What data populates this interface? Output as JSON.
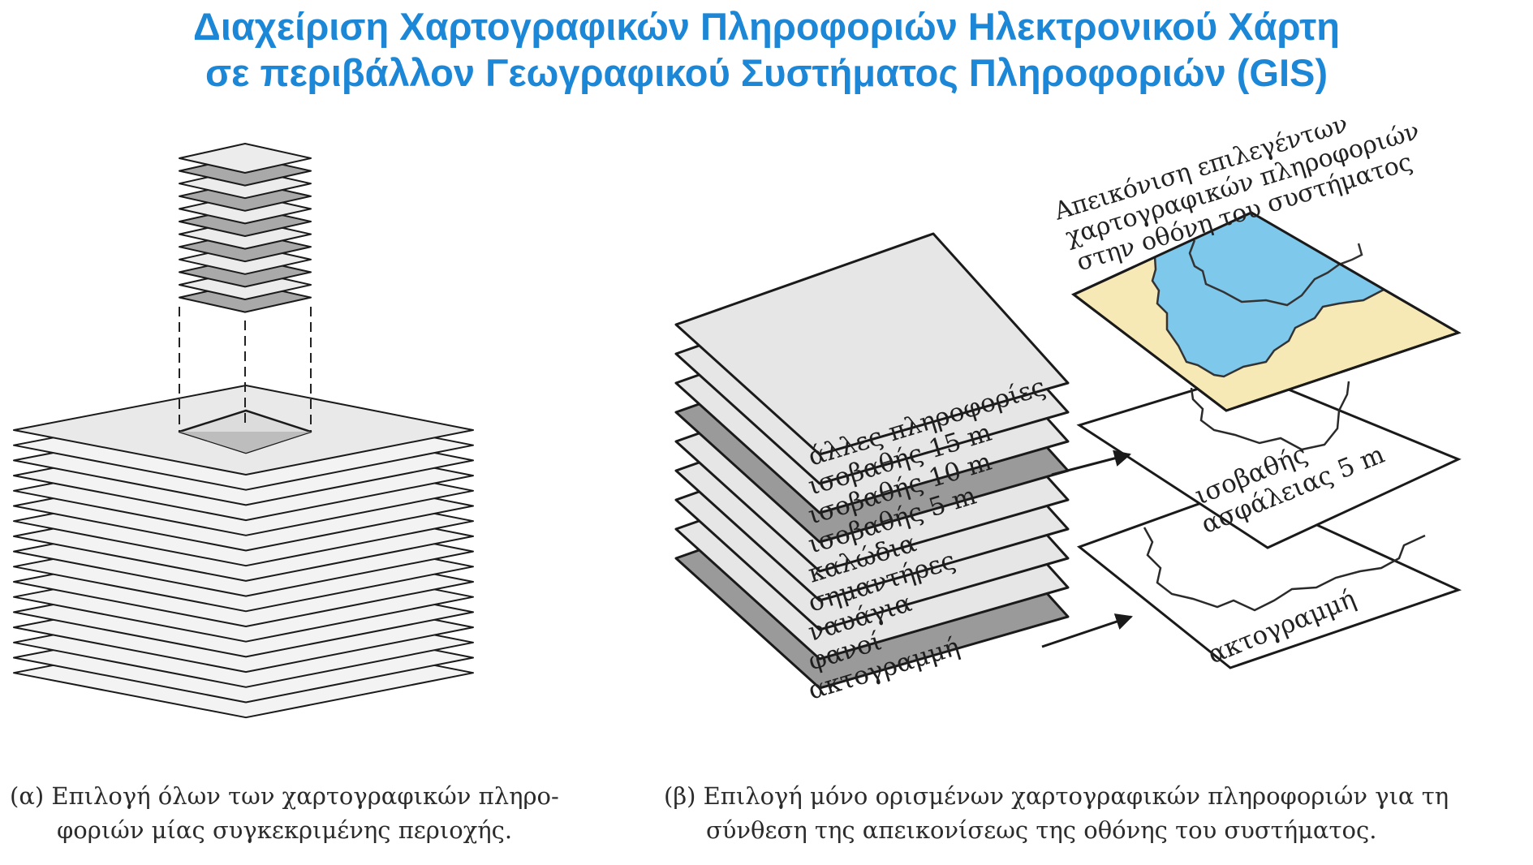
{
  "title": {
    "line1": "Διαχείριση Χαρτογραφικών Πληροφοριών Ηλεκτρονικού Χάρτη",
    "line2": "σε περιβάλλον Γεωγραφικού Συστήματος Πληροφοριών (GIS)"
  },
  "left_panel": {
    "caption_line1": "(α) Επιλογή όλων των χαρτογραφικών πληρο-",
    "caption_line2": "φοριών μίας συγκεκριμένης περιοχής."
  },
  "right_panel": {
    "layers": [
      {
        "label": "άλλες πληροφορίες",
        "fill": "#e6e6e6"
      },
      {
        "label": "ισοβαθής 15 m",
        "fill": "#e6e6e6"
      },
      {
        "label": "ισοβαθής 10 m",
        "fill": "#e6e6e6"
      },
      {
        "label": "ισοβαθής 5 m",
        "fill": "#9a9a9a"
      },
      {
        "label": "καλώδια",
        "fill": "#e6e6e6"
      },
      {
        "label": "σημαντήρες",
        "fill": "#e6e6e6"
      },
      {
        "label": "ναυάγια",
        "fill": "#e6e6e6"
      },
      {
        "label": "φανοί",
        "fill": "#e6e6e6"
      },
      {
        "label": "ακτογραμμή",
        "fill": "#9a9a9a"
      }
    ],
    "display_label_line1": "Απεικόνιση επιλεγέντων",
    "display_label_line2": "χαρτογραφικών πληροφοριών",
    "display_label_line3": "στην οθόνη του συστήματος",
    "selected_depth_line1": "ισοβαθής",
    "selected_depth_line2": "ασφάλειας 5 m",
    "selected_coast": "ακτογραμμή",
    "caption_line1": "(β) Επιλογή μόνο ορισμένων χαρτογραφικών πληροφοριών για τη",
    "caption_line2": "σύνθεση της απεικονίσεως της οθόνης του συστήματος."
  },
  "colors": {
    "title": "#1c87d6",
    "sea": "#7ec8ec",
    "land": "#f7e9b6",
    "layer_light": "#e6e6e6",
    "layer_dark": "#9a9a9a"
  }
}
